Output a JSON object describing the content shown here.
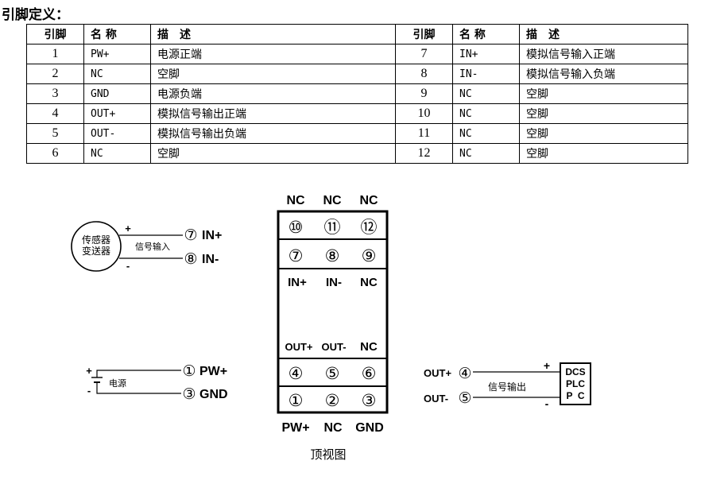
{
  "title": "引脚定义：",
  "table": {
    "headers": [
      "引脚",
      "名 称",
      "描　述",
      "引脚",
      "名 称",
      "描　述"
    ],
    "rows": [
      {
        "pin_a": "1",
        "name_a": "PW+",
        "desc_a": "电源正端",
        "pin_b": "7",
        "name_b": "IN+",
        "desc_b": "模拟信号输入正端"
      },
      {
        "pin_a": "2",
        "name_a": "NC",
        "desc_a": "空脚",
        "pin_b": "8",
        "name_b": "IN-",
        "desc_b": "模拟信号输入负端"
      },
      {
        "pin_a": "3",
        "name_a": "GND",
        "desc_a": "电源负端",
        "pin_b": "9",
        "name_b": "NC",
        "desc_b": "空脚"
      },
      {
        "pin_a": "4",
        "name_a": "OUT+",
        "desc_a": "模拟信号输出正端",
        "pin_b": "10",
        "name_b": "NC",
        "desc_b": "空脚"
      },
      {
        "pin_a": "5",
        "name_a": "OUT-",
        "desc_a": "模拟信号输出负端",
        "pin_b": "11",
        "name_b": "NC",
        "desc_b": "空脚"
      },
      {
        "pin_a": "6",
        "name_a": "NC",
        "desc_a": "空脚",
        "pin_b": "12",
        "name_b": "NC",
        "desc_b": "空脚"
      }
    ]
  },
  "module": {
    "top_labels": [
      "NC",
      "NC",
      "NC"
    ],
    "row1_pins": [
      "⑩",
      "⑪",
      "⑫"
    ],
    "row2_pins": [
      "⑦",
      "⑧",
      "⑨"
    ],
    "inner_top_labels": [
      "IN+",
      "IN-",
      "NC"
    ],
    "inner_bottom_labels": [
      "OUT+",
      "OUT-",
      "NC"
    ],
    "row3_pins": [
      "④",
      "⑤",
      "⑥"
    ],
    "row4_pins": [
      "①",
      "②",
      "③"
    ],
    "bottom_labels": [
      "PW+",
      "NC",
      "GND"
    ],
    "view_label": "顶视图"
  },
  "sensor": {
    "circle_text_1": "传感器",
    "circle_text_2": "变送器",
    "plus": "+",
    "minus": "-",
    "wire_label": "信号输入",
    "pin_in_plus": "⑦",
    "pin_in_minus": "⑧",
    "in_plus": "IN+",
    "in_minus": "IN-"
  },
  "power": {
    "plus": "+",
    "minus": "-",
    "label": "电源",
    "pin_pw": "①",
    "pin_gnd": "③",
    "pw_label": "PW+",
    "gnd_label": "GND"
  },
  "output": {
    "out_plus": "OUT+",
    "out_minus": "OUT-",
    "pin_out_plus": "④",
    "pin_out_minus": "⑤",
    "wire_label": "信号输出",
    "plus": "+",
    "minus": "-",
    "box_lines": [
      "DCS",
      "PLC",
      "P  C"
    ]
  }
}
